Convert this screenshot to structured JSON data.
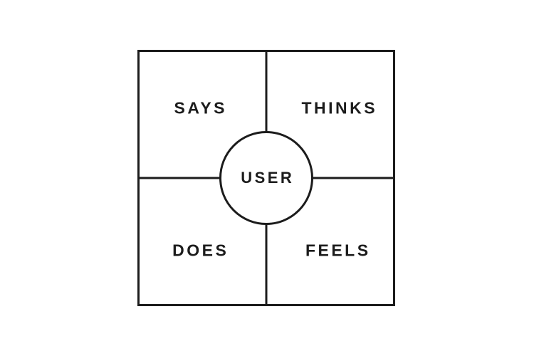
{
  "diagram": {
    "type": "empathy-map",
    "center_label": "USER",
    "quadrants": [
      {
        "position": "top-left",
        "label": "SAYS"
      },
      {
        "position": "top-right",
        "label": "THINKS"
      },
      {
        "position": "bottom-left",
        "label": "DOES"
      },
      {
        "position": "bottom-right",
        "label": "FEELS"
      }
    ],
    "colors": {
      "line": "#1c1c1c",
      "text": "#1c1c1c",
      "background": "#ffffff"
    }
  }
}
